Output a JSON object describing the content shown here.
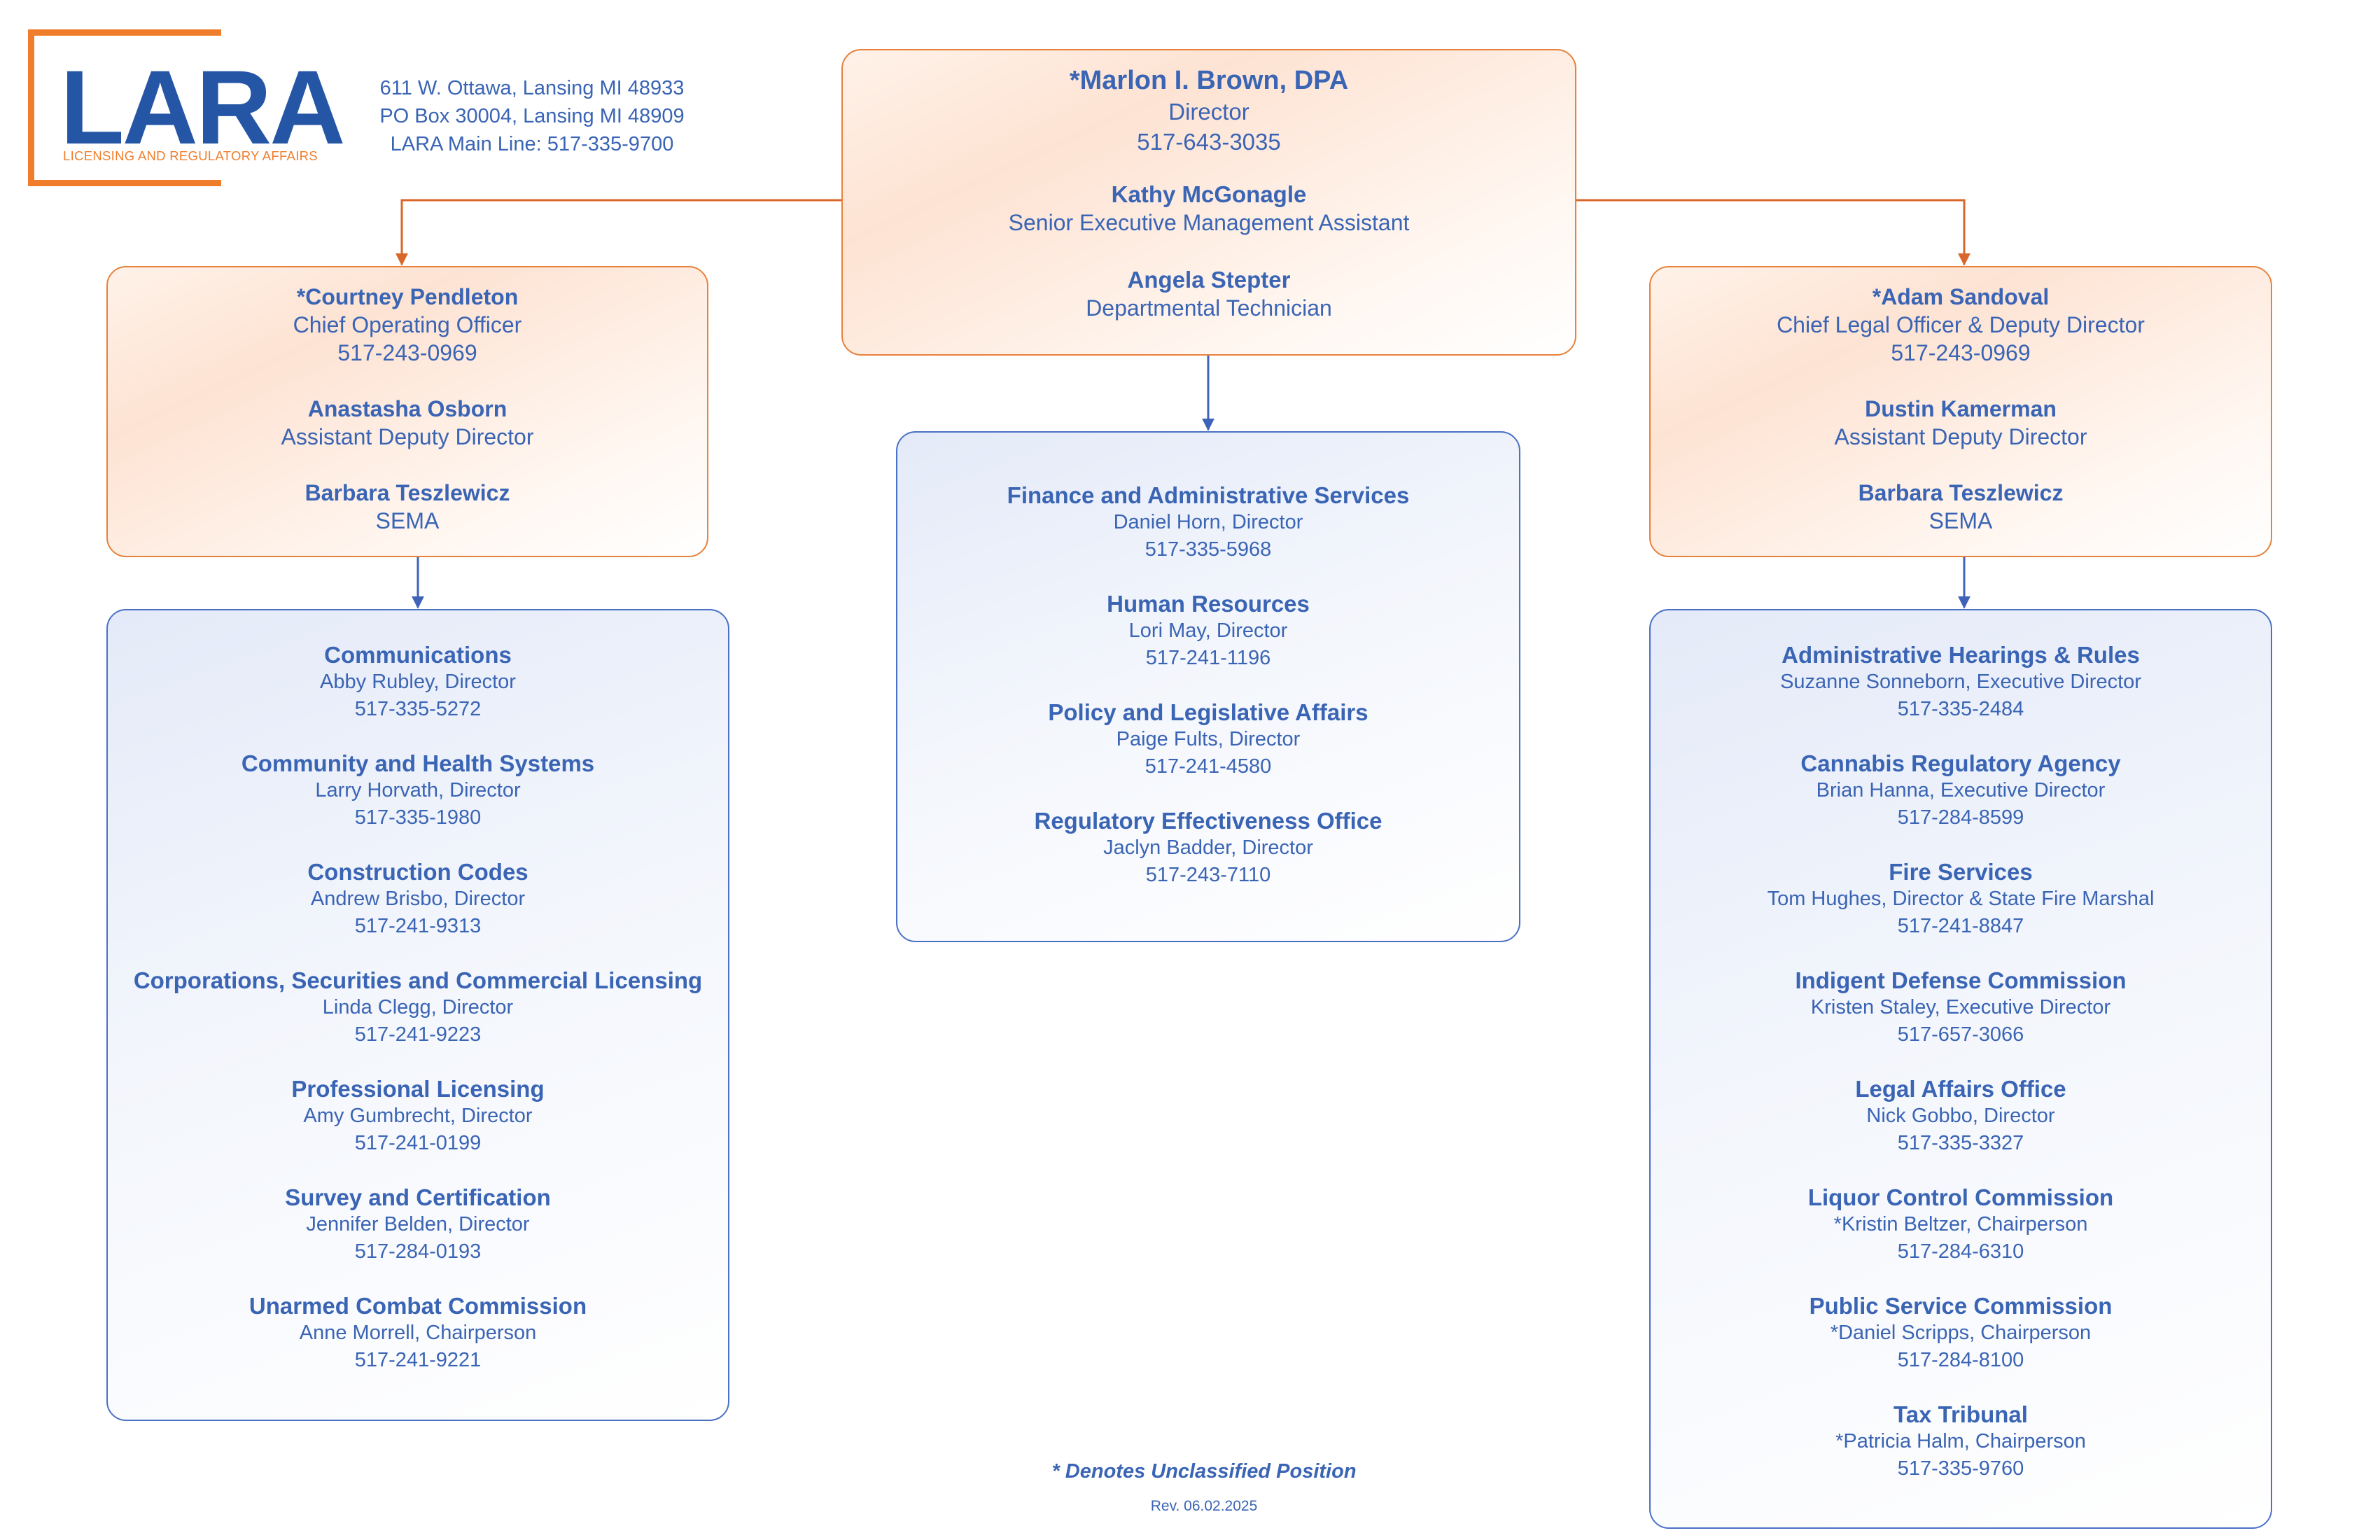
{
  "logo": {
    "word": "LARA",
    "tagline": "LICENSING AND REGULATORY AFFAIRS"
  },
  "address": {
    "line1": "611 W. Ottawa, Lansing MI 48933",
    "line2": "PO Box 30004, Lansing MI 48909",
    "line3": "LARA Main Line: 517-335-9700"
  },
  "director_box": {
    "name": "*Marlon I. Brown, DPA",
    "title": "Director",
    "phone": "517-643-3035",
    "assistant1_name": "Kathy McGonagle",
    "assistant1_title": "Senior Executive Management Assistant",
    "assistant2_name": "Angela Stepter",
    "assistant2_title": "Departmental Technician"
  },
  "coo_box": {
    "name": "*Courtney Pendleton",
    "title": "Chief Operating Officer",
    "phone": "517-243-0969",
    "deputy_name": "Anastasha Osborn",
    "deputy_title": "Assistant Deputy Director",
    "sema_name": "Barbara Teszlewicz",
    "sema_title": "SEMA"
  },
  "clo_box": {
    "name": "*Adam Sandoval",
    "title": "Chief Legal Officer & Deputy Director",
    "phone": "517-243-0969",
    "deputy_name": "Dustin Kamerman",
    "deputy_title": "Assistant Deputy Director",
    "sema_name": "Barbara Teszlewicz",
    "sema_title": "SEMA"
  },
  "left_depts": [
    {
      "name": "Communications",
      "head": "Abby Rubley, Director",
      "phone": "517-335-5272"
    },
    {
      "name": "Community and Health Systems",
      "head": "Larry Horvath, Director",
      "phone": "517-335-1980"
    },
    {
      "name": "Construction Codes",
      "head": "Andrew Brisbo, Director",
      "phone": "517-241-9313"
    },
    {
      "name": "Corporations, Securities and Commercial Licensing",
      "head": "Linda Clegg, Director",
      "phone": "517-241-9223"
    },
    {
      "name": "Professional Licensing",
      "head": "Amy Gumbrecht, Director",
      "phone": "517-241-0199"
    },
    {
      "name": "Survey and Certification",
      "head": "Jennifer Belden, Director",
      "phone": "517-284-0193"
    },
    {
      "name": "Unarmed Combat Commission",
      "head": "Anne Morrell, Chairperson",
      "phone": "517-241-9221"
    }
  ],
  "center_depts": [
    {
      "name": "Finance and Administrative Services",
      "head": "Daniel Horn, Director",
      "phone": "517-335-5968"
    },
    {
      "name": "Human Resources",
      "head": "Lori May, Director",
      "phone": "517-241-1196"
    },
    {
      "name": "Policy and Legislative Affairs",
      "head": "Paige Fults, Director",
      "phone": "517-241-4580"
    },
    {
      "name": "Regulatory Effectiveness Office",
      "head": "Jaclyn Badder, Director",
      "phone": "517-243-7110"
    }
  ],
  "right_depts": [
    {
      "name": "Administrative Hearings & Rules",
      "head": "Suzanne Sonneborn, Executive Director",
      "phone": "517-335-2484"
    },
    {
      "name": "Cannabis Regulatory Agency",
      "head": "Brian Hanna, Executive Director",
      "phone": "517-284-8599"
    },
    {
      "name": "Fire Services",
      "head": "Tom Hughes, Director & State Fire Marshal",
      "phone": "517-241-8847"
    },
    {
      "name": "Indigent Defense Commission",
      "head": "Kristen Staley, Executive Director",
      "phone": "517-657-3066"
    },
    {
      "name": "Legal Affairs Office",
      "head": "Nick Gobbo, Director",
      "phone": "517-335-3327"
    },
    {
      "name": "Liquor Control Commission",
      "head": "*Kristin Beltzer, Chairperson",
      "phone": "517-284-6310"
    },
    {
      "name": "Public Service Commission",
      "head": "*Daniel Scripps, Chairperson",
      "phone": "517-284-8100"
    },
    {
      "name": "Tax Tribunal",
      "head": "*Patricia Halm, Chairperson",
      "phone": "517-335-9760"
    }
  ],
  "footnote": "* Denotes Unclassified Position",
  "revision": "Rev. 06.02.2025",
  "colors": {
    "orange": "#e8813b",
    "blue": "#4a71c4",
    "text": "#3a64b4",
    "brand_blue": "#2556a6"
  }
}
